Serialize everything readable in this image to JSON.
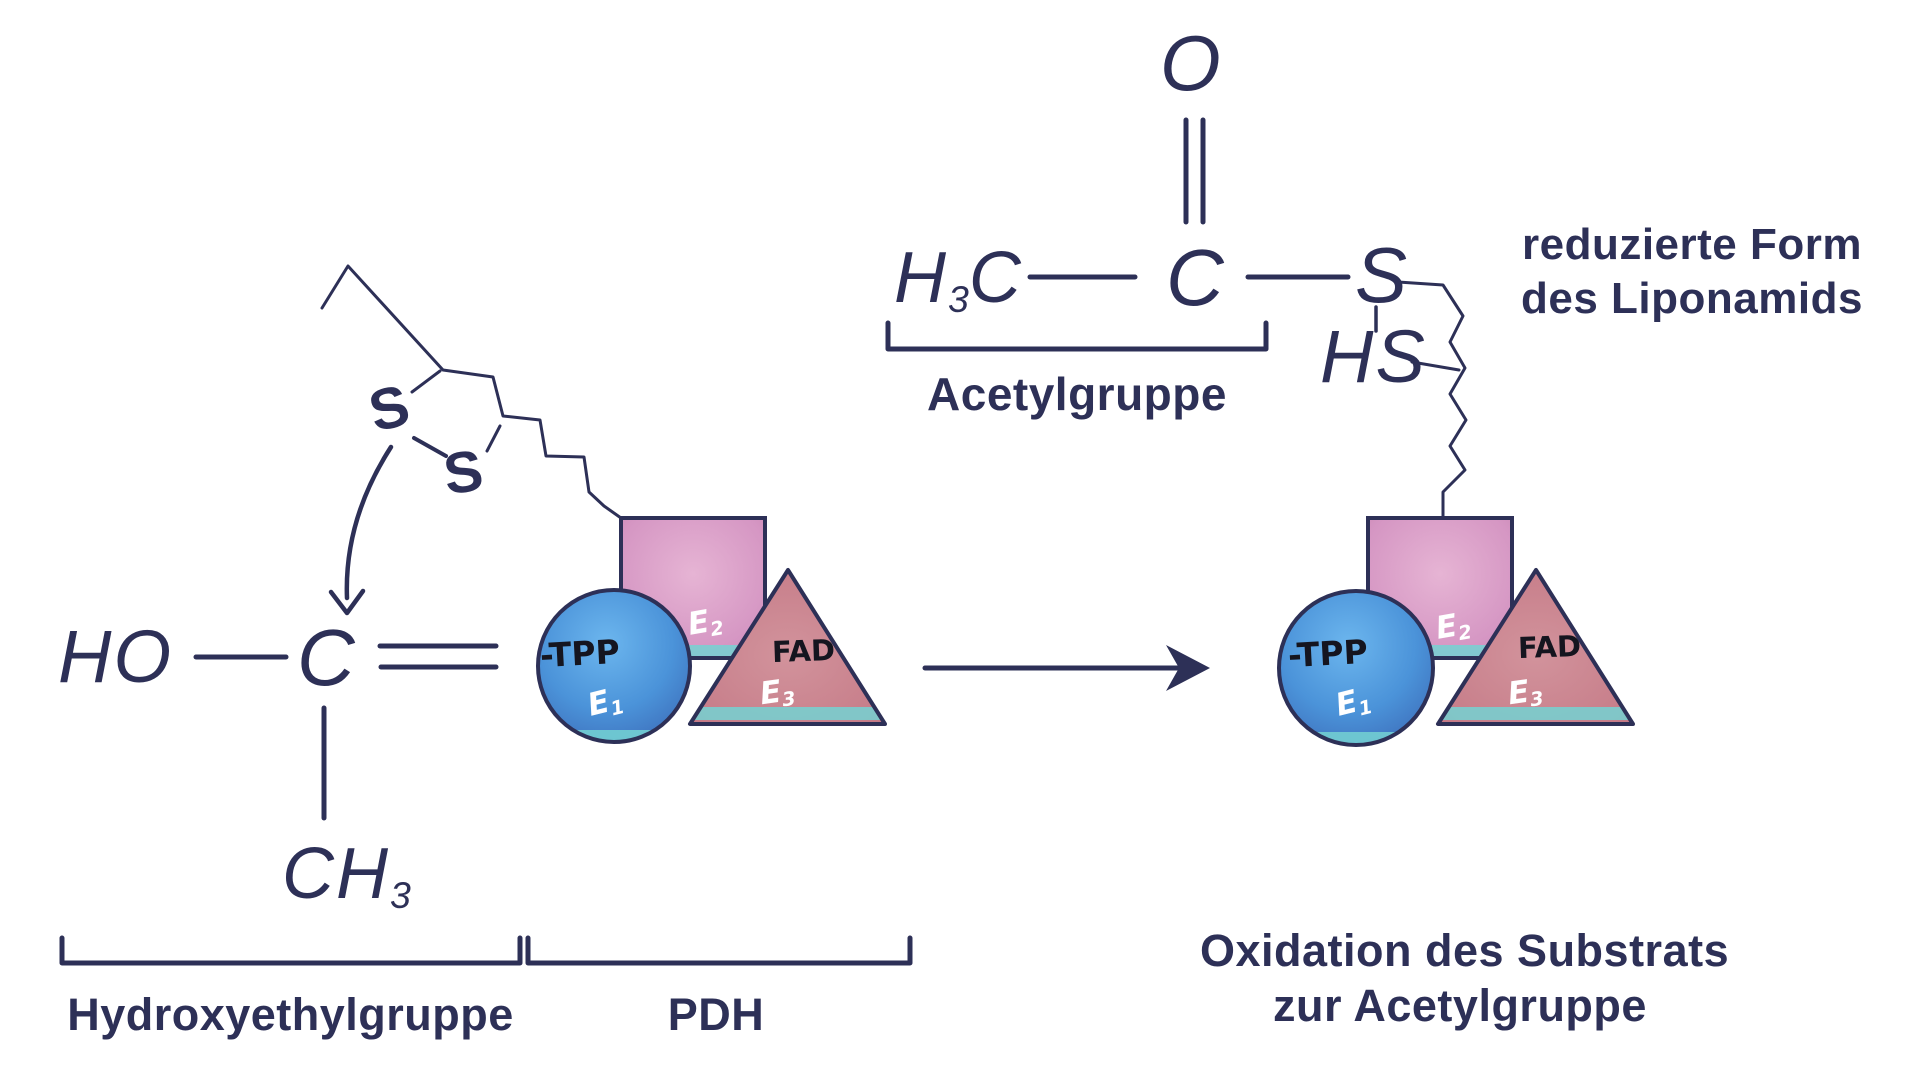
{
  "formulas": {
    "hydroxyl": "HO",
    "alpha_carbon": "C",
    "methyl_main": "CH",
    "methyl_sub": "3",
    "methyl_h": "H",
    "methyl_h_sub": "3",
    "methyl_c": "C",
    "oxygen": "O",
    "carbonyl_carbon": "C",
    "sulfur": "S",
    "thiol": "HS",
    "ring_sulfur_top": "S",
    "ring_sulfur_bottom": "S"
  },
  "labels": {
    "acetyl_group": "Acetylgruppe",
    "reduced_form_line1": "reduzierte Form",
    "reduced_form_line2": "des Liponamids",
    "oxidation_line1": "Oxidation des Substrats",
    "oxidation_line2": "zur Acetylgruppe",
    "hydroxyethyl_group": "Hydroxyethylgruppe",
    "pdh": "PDH"
  },
  "enzymes": {
    "tpp": "-TPP",
    "fad": "FAD",
    "e_main": "E",
    "e1_sub": "1",
    "e2_sub": "2",
    "e3_sub": "3"
  },
  "colors": {
    "ink_navy": "#2d3057",
    "circle_blue": "#4b93d9",
    "square_pink": "#d596c3",
    "triangle_salmon": "#c77e8a",
    "accent_teal": "#74d2d2",
    "handwriting_black": "#15151f",
    "enzyme_label_white": "#ffffff"
  }
}
